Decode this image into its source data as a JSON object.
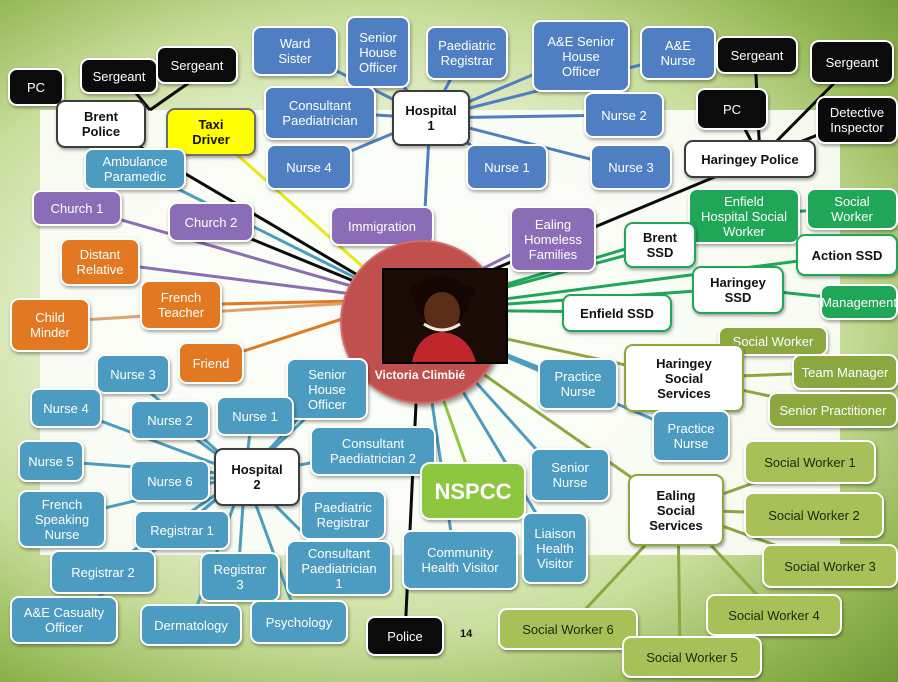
{
  "center": {
    "label": "Victoria Climbié"
  },
  "page_number": "14",
  "nodes": {
    "pc_left": "PC",
    "sergeant_left_1": "Sergeant",
    "sergeant_left_2": "Sergeant",
    "brent_police": "Brent\nPolice",
    "taxi_driver": "Taxi\nDriver",
    "ambulance_paramedic": "Ambulance\nParamedic",
    "church_1": "Church  1",
    "church_2": "Church  2",
    "distant_relative": "Distant\nRelative",
    "french_teacher": "French\nTeacher",
    "child_minder": "Child\nMinder",
    "friend": "Friend",
    "ward_sister": "Ward\nSister",
    "senior_house_officer_top": "Senior\nHouse\nOfficer",
    "paediatric_registrar_top": "Paediatric\nRegistrar",
    "ae_senior_house_officer": "A&E Senior\nHouse\nOfficer",
    "ae_nurse": "A&E\nNurse",
    "consultant_paediatrician_top": "Consultant\nPaediatrician",
    "hospital_1": "Hospital\n1",
    "nurse_2_top": "Nurse 2",
    "nurse_4_top": "Nurse 4",
    "nurse_1_top": "Nurse 1",
    "nurse_3_top": "Nurse 3",
    "immigration": "Immigration",
    "ealing_homeless_families": "Ealing\nHomeless\nFamilies",
    "sergeant_right_1": "Sergeant",
    "sergeant_right_2": "Sergeant",
    "pc_right": "PC",
    "detective_inspector": "Detective\nInspector",
    "haringey_police": "Haringey Police",
    "enfield_hospital_social_worker": "Enfield\nHospital Social\nWorker",
    "social_worker_green": "Social\nWorker",
    "brent_ssd": "Brent\nSSD",
    "action_ssd": "Action SSD",
    "haringey_ssd": "Haringey\nSSD",
    "enfield_ssd": "Enfield SSD",
    "management": "Management",
    "social_worker_olive": "Social Worker",
    "team_manager": "Team Manager",
    "haringey_social_services": "Haringey\nSocial\nServices",
    "senior_practitioner": "Senior Practitioner",
    "practice_nurse_1": "Practice\nNurse",
    "practice_nurse_2": "Practice\nNurse",
    "senior_house_officer_mid": "Senior\nHouse\nOfficer",
    "nurse_3_left": "Nurse 3",
    "nurse_4_left": "Nurse 4",
    "nurse_2_left": "Nurse 2",
    "nurse_1_left": "Nurse 1",
    "nurse_5": "Nurse 5",
    "nurse_6": "Nurse 6",
    "hospital_2": "Hospital\n2",
    "consultant_paediatrician_2": "Consultant\nPaediatrician 2",
    "french_speaking_nurse": "French\nSpeaking\nNurse",
    "registrar_1": "Registrar 1",
    "paediatric_registrar_low": "Paediatric\nRegistrar",
    "nspcc": "NSPCC",
    "senior_nurse": "Senior\nNurse",
    "ealing_social_services": "Ealing\nSocial\nServices",
    "social_worker_1": "Social Worker 1",
    "social_worker_2": "Social Worker 2",
    "social_worker_3": "Social Worker 3",
    "social_worker_4": "Social Worker 4",
    "social_worker_5": "Social Worker 5",
    "social_worker_6": "Social Worker 6",
    "registrar_2": "Registrar 2",
    "registrar_3": "Registrar\n3",
    "consultant_paediatrician_1": "Consultant\nPaediatrician\n1",
    "community_health_visitor": "Community\nHealth Visitor",
    "liaison_health_visitor": "Liaison\nHealth\nVisitor",
    "ae_casualty_officer": "A&E Casualty\nOfficer",
    "dermatology": "Dermatology",
    "psychology": "Psychology",
    "police": "Police"
  },
  "colors": {
    "hospital_staff": "#4b9cc0",
    "hospital_1_staff": "#4f7fc2",
    "community": "#8a6db6",
    "family": "#e27822",
    "ssd": "#1fa757",
    "social_services": "#8aa83f",
    "police": "#0b0b0b",
    "center": "#c0504d",
    "nspcc": "#8dc63f",
    "taxi": "#ffff00"
  }
}
